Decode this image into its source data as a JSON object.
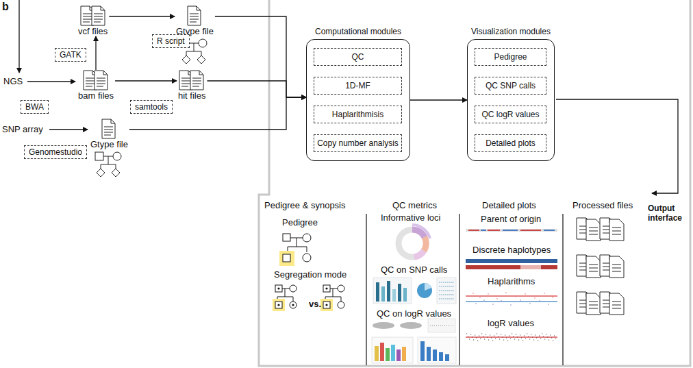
{
  "diagram": {
    "nodes": [
      {
        "text": [
          "vcf files"
        ]
      },
      {
        "text": [
          "GATK"
        ]
      },
      {
        "text": [
          "bam files"
        ]
      },
      {
        "text": [
          "BWA"
        ]
      },
      {
        "text": [
          "Gtype file"
        ]
      },
      {
        "text": [
          "R script"
        ]
      },
      {
        "text": [
          "hit files"
        ]
      },
      {
        "text": [
          "samtools"
        ]
      },
      {
        "text": [
          "Gtype file"
        ]
      },
      {
        "text": [
          "Genomestudio"
        ]
      },
      {
        "text": [
          "Computational modules"
        ]
      },
      {
        "text": [
          "QC"
        ],
        "in": 10
      },
      {
        "text": [
          "1D-MF"
        ],
        "in": 10
      },
      {
        "text": [
          "Haplarithmisis"
        ],
        "in": 10
      },
      {
        "text": [
          "Copy number analysis"
        ],
        "in": 10
      },
      {
        "text": [
          "Visualization modules"
        ]
      },
      {
        "text": [
          "Pedigree"
        ],
        "in": 15
      },
      {
        "text": [
          "QC SNP calls"
        ],
        "in": 15
      },
      {
        "text": [
          "QC logR values"
        ],
        "in": 15
      },
      {
        "text": [
          "Detailed plots"
        ],
        "in": 15
      }
    ],
    "edges": [
      {
        "from": 2,
        "to": 0,
        "arrow": "to"
      },
      {
        "from": 0,
        "to": 4,
        "arrow": "to"
      },
      {
        "from": 2,
        "to": 6,
        "arrow": "to"
      },
      {
        "from": 4,
        "to": 10,
        "arrow": "to"
      },
      {
        "from": 6,
        "to": 10,
        "arrow": "to"
      },
      {
        "from": 8,
        "to": 10,
        "arrow": "to"
      },
      {
        "from": 10,
        "to": 15,
        "arrow": "to"
      }
    ],
    "labels": [
      "b",
      "NGS",
      "SNP array",
      "Pedigree & synopsis",
      "QC metrics",
      "Detailed plots",
      "Processed files",
      "Output interface",
      "Pedigree",
      "Segregation mode",
      "vs.",
      "Informative loci",
      "QC on SNP calls",
      "QC on logR values",
      "Parent of origin",
      "Discrete haplotypes",
      "Haplarithms",
      "logR values"
    ]
  }
}
